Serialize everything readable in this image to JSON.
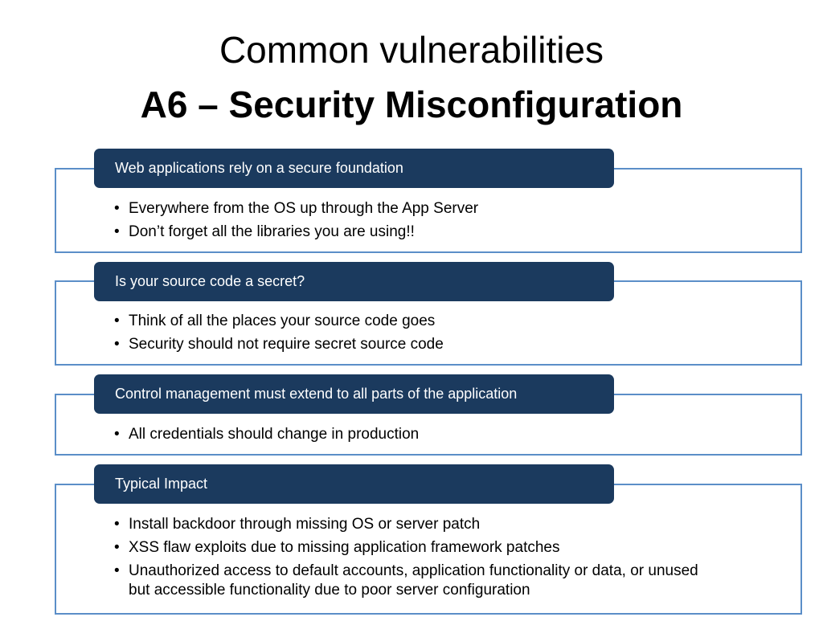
{
  "title": {
    "line1": "Common vulnerabilities",
    "line2": "A6 – Security Misconfiguration"
  },
  "groups": [
    {
      "header": "Web applications rely on a secure foundation",
      "bullets": [
        "Everywhere from the OS up through the App Server",
        "Don’t forget all the libraries you are using!!"
      ]
    },
    {
      "header": "Is your source code a secret?",
      "bullets": [
        "Think of all the places your source code goes",
        "Security should not require secret source code"
      ]
    },
    {
      "header": "Control management must extend to all parts of the application",
      "bullets": [
        "All credentials should change in production"
      ]
    },
    {
      "header": "Typical Impact",
      "bullets": [
        "Install backdoor through missing OS or server patch",
        "XSS flaw exploits due to missing application framework patches",
        "Unauthorized access to default accounts, application functionality or data, or unused but accessible functionality due to poor server configuration"
      ]
    }
  ],
  "colors": {
    "header_fill": "#1b3a5e",
    "box_border": "#5b8ec8"
  },
  "bullet_glyph": "•"
}
